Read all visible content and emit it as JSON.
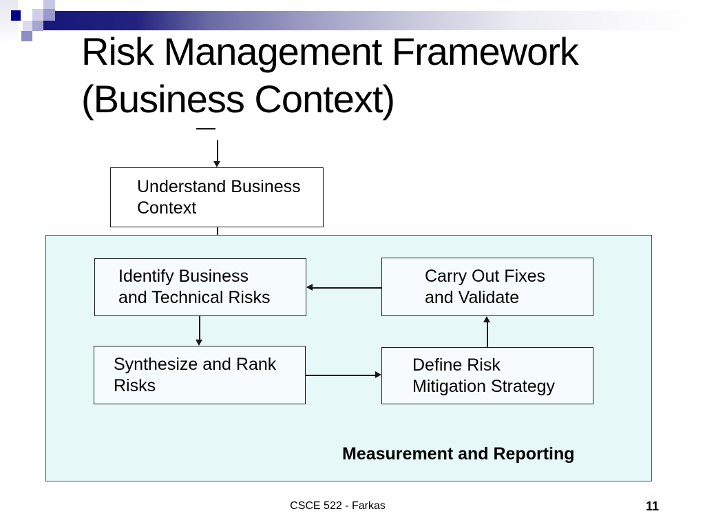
{
  "slide": {
    "title": "Risk Management Framework\n(Business Context)",
    "footer_text": "CSCE 522 - Farkas",
    "page_number": "11"
  },
  "diagram": {
    "nodes": {
      "understand": {
        "label": "Understand Business\nContext"
      },
      "identify": {
        "label": "Identify Business\nand Technical Risks"
      },
      "carry_out": {
        "label": "Carry Out Fixes\nand Validate"
      },
      "synthesize": {
        "label": "Synthesize and Rank\nRisks"
      },
      "define": {
        "label": "Define Risk\nMitigation Strategy"
      }
    },
    "container_label": "Measurement and Reporting",
    "edges": [
      {
        "from": "start",
        "to": "understand",
        "direction": "down"
      },
      {
        "from": "understand",
        "to": "identify",
        "direction": "down"
      },
      {
        "from": "carry_out",
        "to": "identify",
        "direction": "left"
      },
      {
        "from": "identify",
        "to": "synthesize",
        "direction": "down"
      },
      {
        "from": "synthesize",
        "to": "define",
        "direction": "right"
      },
      {
        "from": "define",
        "to": "carry_out",
        "direction": "up"
      }
    ]
  },
  "colors": {
    "bar_navy": "#17177b",
    "accent_square_navy": "#00008b",
    "container_fill": "#e7f8f9",
    "node_fill": "#f6fcfd",
    "node_border": "#1c1c1c"
  }
}
